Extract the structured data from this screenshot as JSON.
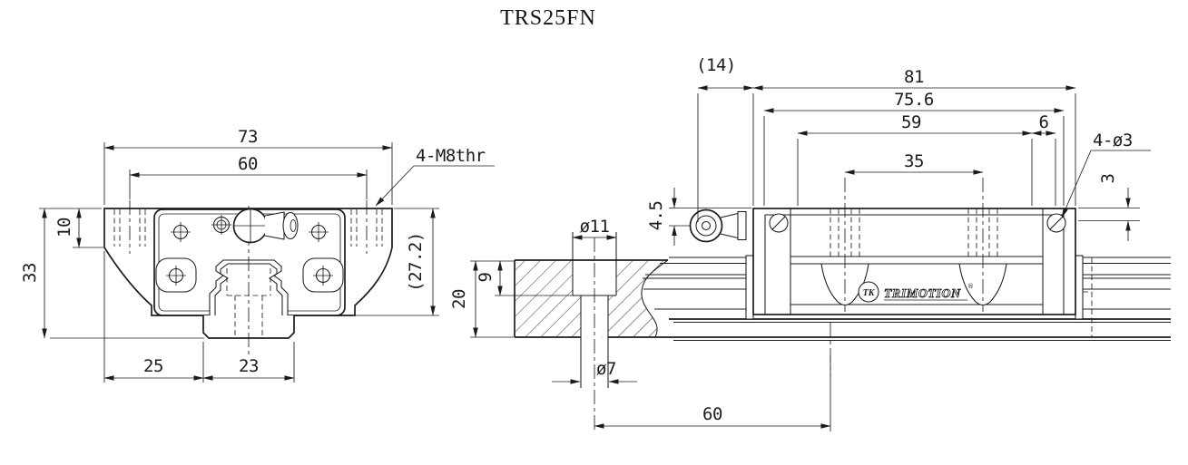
{
  "title": "TRS25FN",
  "colors": {
    "line": "#1c1c1c",
    "background": "#ffffff"
  },
  "front_view": {
    "dims": {
      "total_width": "73",
      "hole_span": "60",
      "flange_height": "10",
      "total_height": "33",
      "block_height": "(27.2)",
      "base_left": "25",
      "rail_width": "23"
    },
    "thread_label": "4-M8thr"
  },
  "side_view": {
    "dims": {
      "end_overhang": "(14)",
      "total_length": "81",
      "body_length": "75.6",
      "hole_row_length": "59",
      "hole_edge_offset": "6",
      "hole_pitch": "35",
      "dowel_depth": "3",
      "grease_offset": "4.5",
      "counterbore_dia": "ø11",
      "counterbore_depth": "9",
      "bed_thickness": "20",
      "bolt_hole_dia": "ø7",
      "rail_hole_pitch": "60"
    },
    "dowel_label": "4-ø3",
    "logo": {
      "mark": "TK",
      "name": "TRIMOTION",
      "registered": "®"
    }
  }
}
